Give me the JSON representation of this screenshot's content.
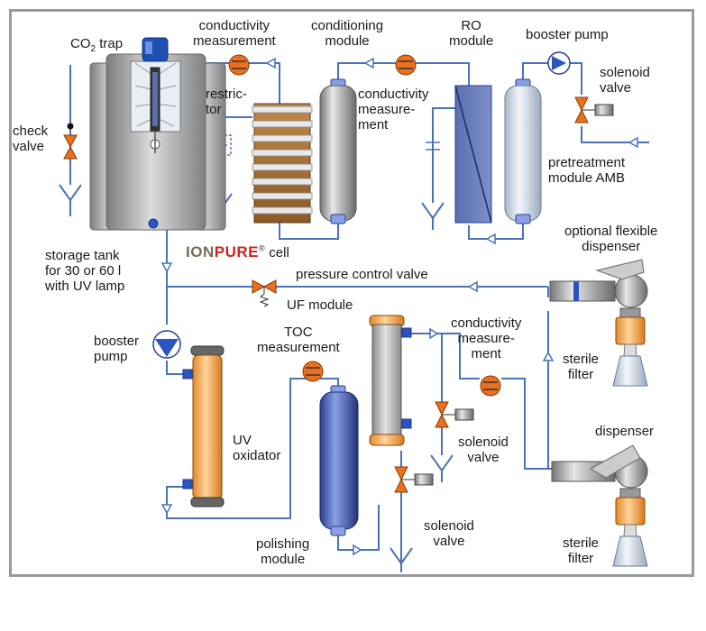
{
  "labels": {
    "co2_trap_prefix": "CO",
    "co2_trap_sub": "2",
    "co2_trap_suffix": " trap",
    "conductivity_measurement_top_1": "conductivity",
    "conductivity_measurement_top_2": "measurement",
    "conditioning_module_1": "conditioning",
    "conditioning_module_2": "module",
    "ro_module_1": "RO",
    "ro_module_2": "module",
    "booster_pump_top": "booster pump",
    "solenoid_valve_top_1": "solenoid",
    "solenoid_valve_top_2": "valve",
    "restrictor_1": "restric-",
    "restrictor_2": "tor",
    "conductivity_measurement_mid_1": "conductivity",
    "conductivity_measurement_mid_2": "measure-",
    "conductivity_measurement_mid_3": "ment",
    "check_valve_1": "check",
    "check_valve_2": "valve",
    "pretreatment_1": "pretreatment",
    "pretreatment_2": "module AMB",
    "ionpure_ion": "ION",
    "ionpure_pure": "PURE",
    "ionpure_reg": "®",
    "ionpure_cell": " cell",
    "storage_tank_1": "storage tank",
    "storage_tank_2": "for 30 or 60 l",
    "storage_tank_3": "with UV lamp",
    "optional_dispenser_1": "optional flexible",
    "optional_dispenser_2": "dispenser",
    "pressure_control_valve": "pressure control valve",
    "uf_module": "UF module",
    "toc_measurement_1": "TOC",
    "toc_measurement_2": "measurement",
    "booster_pump_left_1": "booster",
    "booster_pump_left_2": "pump",
    "conductivity_measurement_right_1": "conductivity",
    "conductivity_measurement_right_2": "measure-",
    "conductivity_measurement_right_3": "ment",
    "sterile_filter_top_1": "sterile",
    "sterile_filter_top_2": "filter",
    "uv_oxidator_1": "UV",
    "uv_oxidator_2": "oxidator",
    "solenoid_valve_mid_1": "solenoid",
    "solenoid_valve_mid_2": "valve",
    "dispenser": "dispenser",
    "solenoid_valve_bottom_1": "solenoid",
    "solenoid_valve_bottom_2": "valve",
    "polishing_module_1": "polishing",
    "polishing_module_2": "module",
    "sterile_filter_bottom_1": "sterile",
    "sterile_filter_bottom_2": "filter"
  },
  "colors": {
    "pipe": "#4a72b8",
    "valve": "#e8701e",
    "meter": "#e8701e",
    "ionpure_ion": "#7a6a5a",
    "ionpure_pure": "#c8281e",
    "frame": "#9a9a9a"
  }
}
